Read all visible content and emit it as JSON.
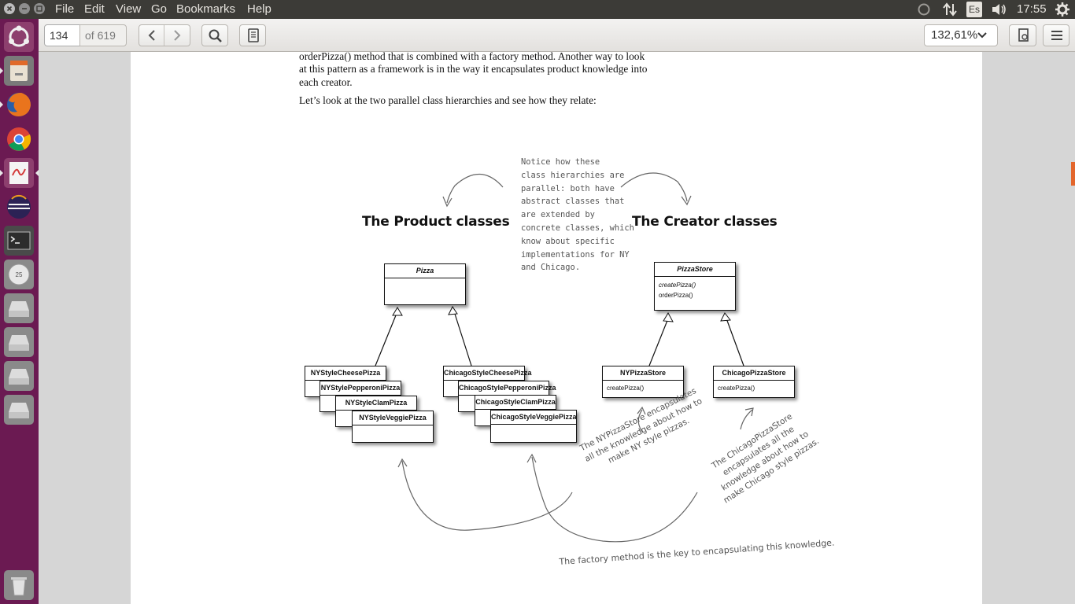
{
  "menubar": {
    "menus": [
      "File",
      "Edit",
      "View",
      "Go",
      "Bookmarks",
      "Help"
    ],
    "tray": {
      "keyboard_layout": "Es",
      "clock": "17:55"
    }
  },
  "launcher": {
    "items": [
      "ubuntu-dash",
      "files",
      "firefox",
      "chrome",
      "document-viewer",
      "eclipse",
      "terminal",
      "disk-25",
      "drive-1",
      "drive-2",
      "drive-3",
      "drive-4",
      "trash"
    ]
  },
  "toolbar": {
    "page_current": "134",
    "page_total": "of 619",
    "zoom": "132,61%"
  },
  "document": {
    "para1_line1": "orderPizza() method that is combined with a factory method.  Another way to look",
    "para1_line2": "at this pattern as a framework is in the way it encapsulates product knowledge into",
    "para1_line3": "each creator.",
    "para2": "Let’s look at the two parallel class hierarchies and see how they relate:",
    "heading_product": "The Product classes",
    "heading_creator": "The Creator classes",
    "note_lines": [
      "Notice how these",
      "class hierarchies are",
      "parallel: both have",
      "abstract classes that",
      "are extended by",
      "concrete classes, which",
      "know about  specific",
      "implementations for NY",
      "and Chicago."
    ],
    "pizza_class": "Pizza",
    "pizzastore_class": "PizzaStore",
    "pizzastore_methods": [
      "createPizza()",
      "orderPizza()"
    ],
    "ny_products": [
      "NYStyleCheesePizza",
      "NYStylePepperoniPizza",
      "NYStyleClamPizza",
      "NYStyleVeggiePizza"
    ],
    "chicago_products": [
      "ChicagoStyleCheesePizza",
      "ChicagoStylePepperoniPizza",
      "ChicagoStyleClamPizza",
      "ChicagoStyleVeggiePizza"
    ],
    "ny_store": {
      "name": "NYPizzaStore",
      "method": "createPizza()"
    },
    "chicago_store": {
      "name": "ChicagoPizzaStore",
      "method": "createPizza()"
    },
    "ny_note": [
      "The NYPizzaStore encapsulates",
      "all the knowledge about how to",
      "make NY style pizzas."
    ],
    "chicago_note": [
      "The ChicagoPizzaStore",
      "encapsulates all the",
      "knowledge about how to",
      "make Chicago style pizzas."
    ],
    "bottom_note": "The factory method is the key to encapsulating this knowledge."
  }
}
